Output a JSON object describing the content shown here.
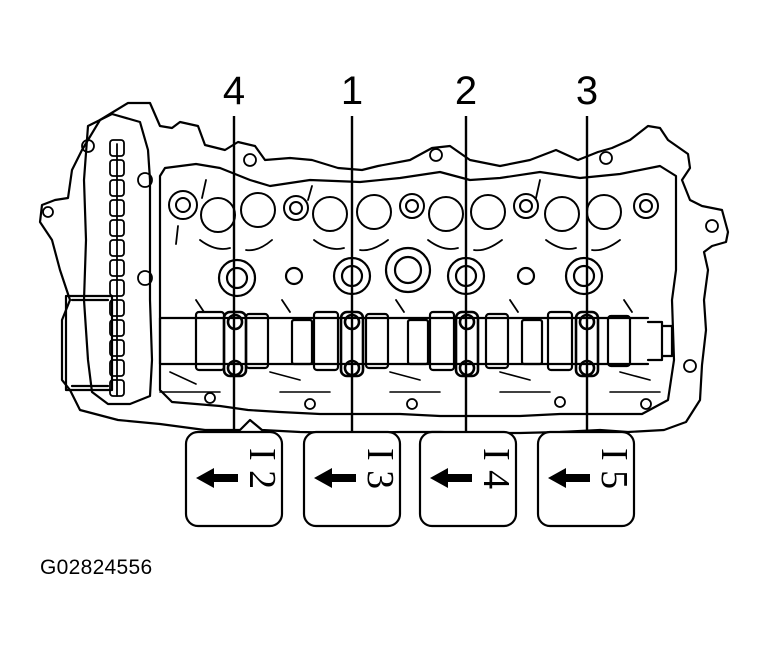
{
  "callouts": [
    {
      "number": "4",
      "cap_label": "I 2"
    },
    {
      "number": "1",
      "cap_label": "I 3"
    },
    {
      "number": "2",
      "cap_label": "I 4"
    },
    {
      "number": "3",
      "cap_label": "I 5"
    }
  ],
  "figure_code": "G02824556",
  "colors": {
    "ink": "#000000",
    "paper": "#ffffff"
  }
}
